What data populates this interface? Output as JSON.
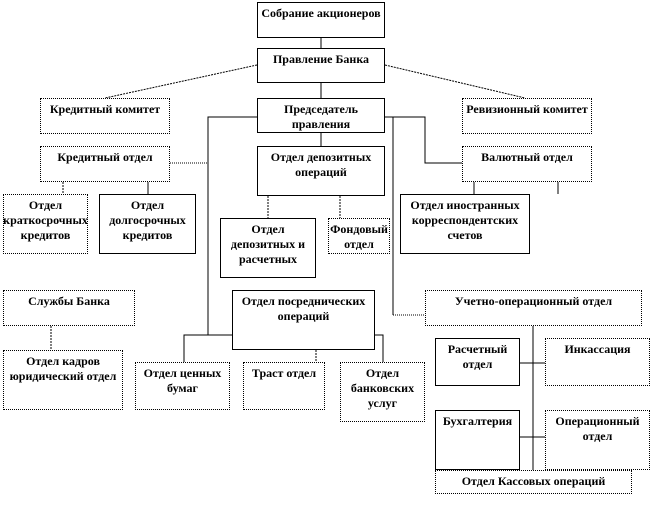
{
  "title": "Организационная структура банка",
  "nodes": {
    "shareholders": "Собрание акционеров",
    "board": "Правление Банка",
    "credit_committee": "Кредитный комитет",
    "chairman": "Председатель правления",
    "audit_committee": "Ревизионный комитет",
    "credit_dept": "Кредитный отдел",
    "deposit_dept": "Отдел депозитных операций",
    "currency_dept": "Валютный отдел",
    "short_credit": "Отдел краткосрочных кредитов",
    "long_credit": "Отдел долгосрочных кредитов",
    "deposit_settlement": "Отдел депозитных и расчетных",
    "stock_dept": "Фондовый отдел",
    "foreign_corr": "Отдел иностранных корреспондентских счетов",
    "bank_services": "Службы Банка",
    "intermediary": "Отдел посреднических операций",
    "accounting_ops": "Учетно-операционный  отдел",
    "hr_legal": "Отдел кадров юридический отдел",
    "securities": "Отдел ценных бумаг",
    "trust": "Траст отдел",
    "banking_services": "Отдел банковских услуг",
    "settlement": "Расчетный отдел",
    "collection": "Инкассация",
    "bookkeeping": "Бухгалтерия",
    "operations": "Операционный отдел",
    "cash_ops": "Отдел Кассовых операций"
  }
}
